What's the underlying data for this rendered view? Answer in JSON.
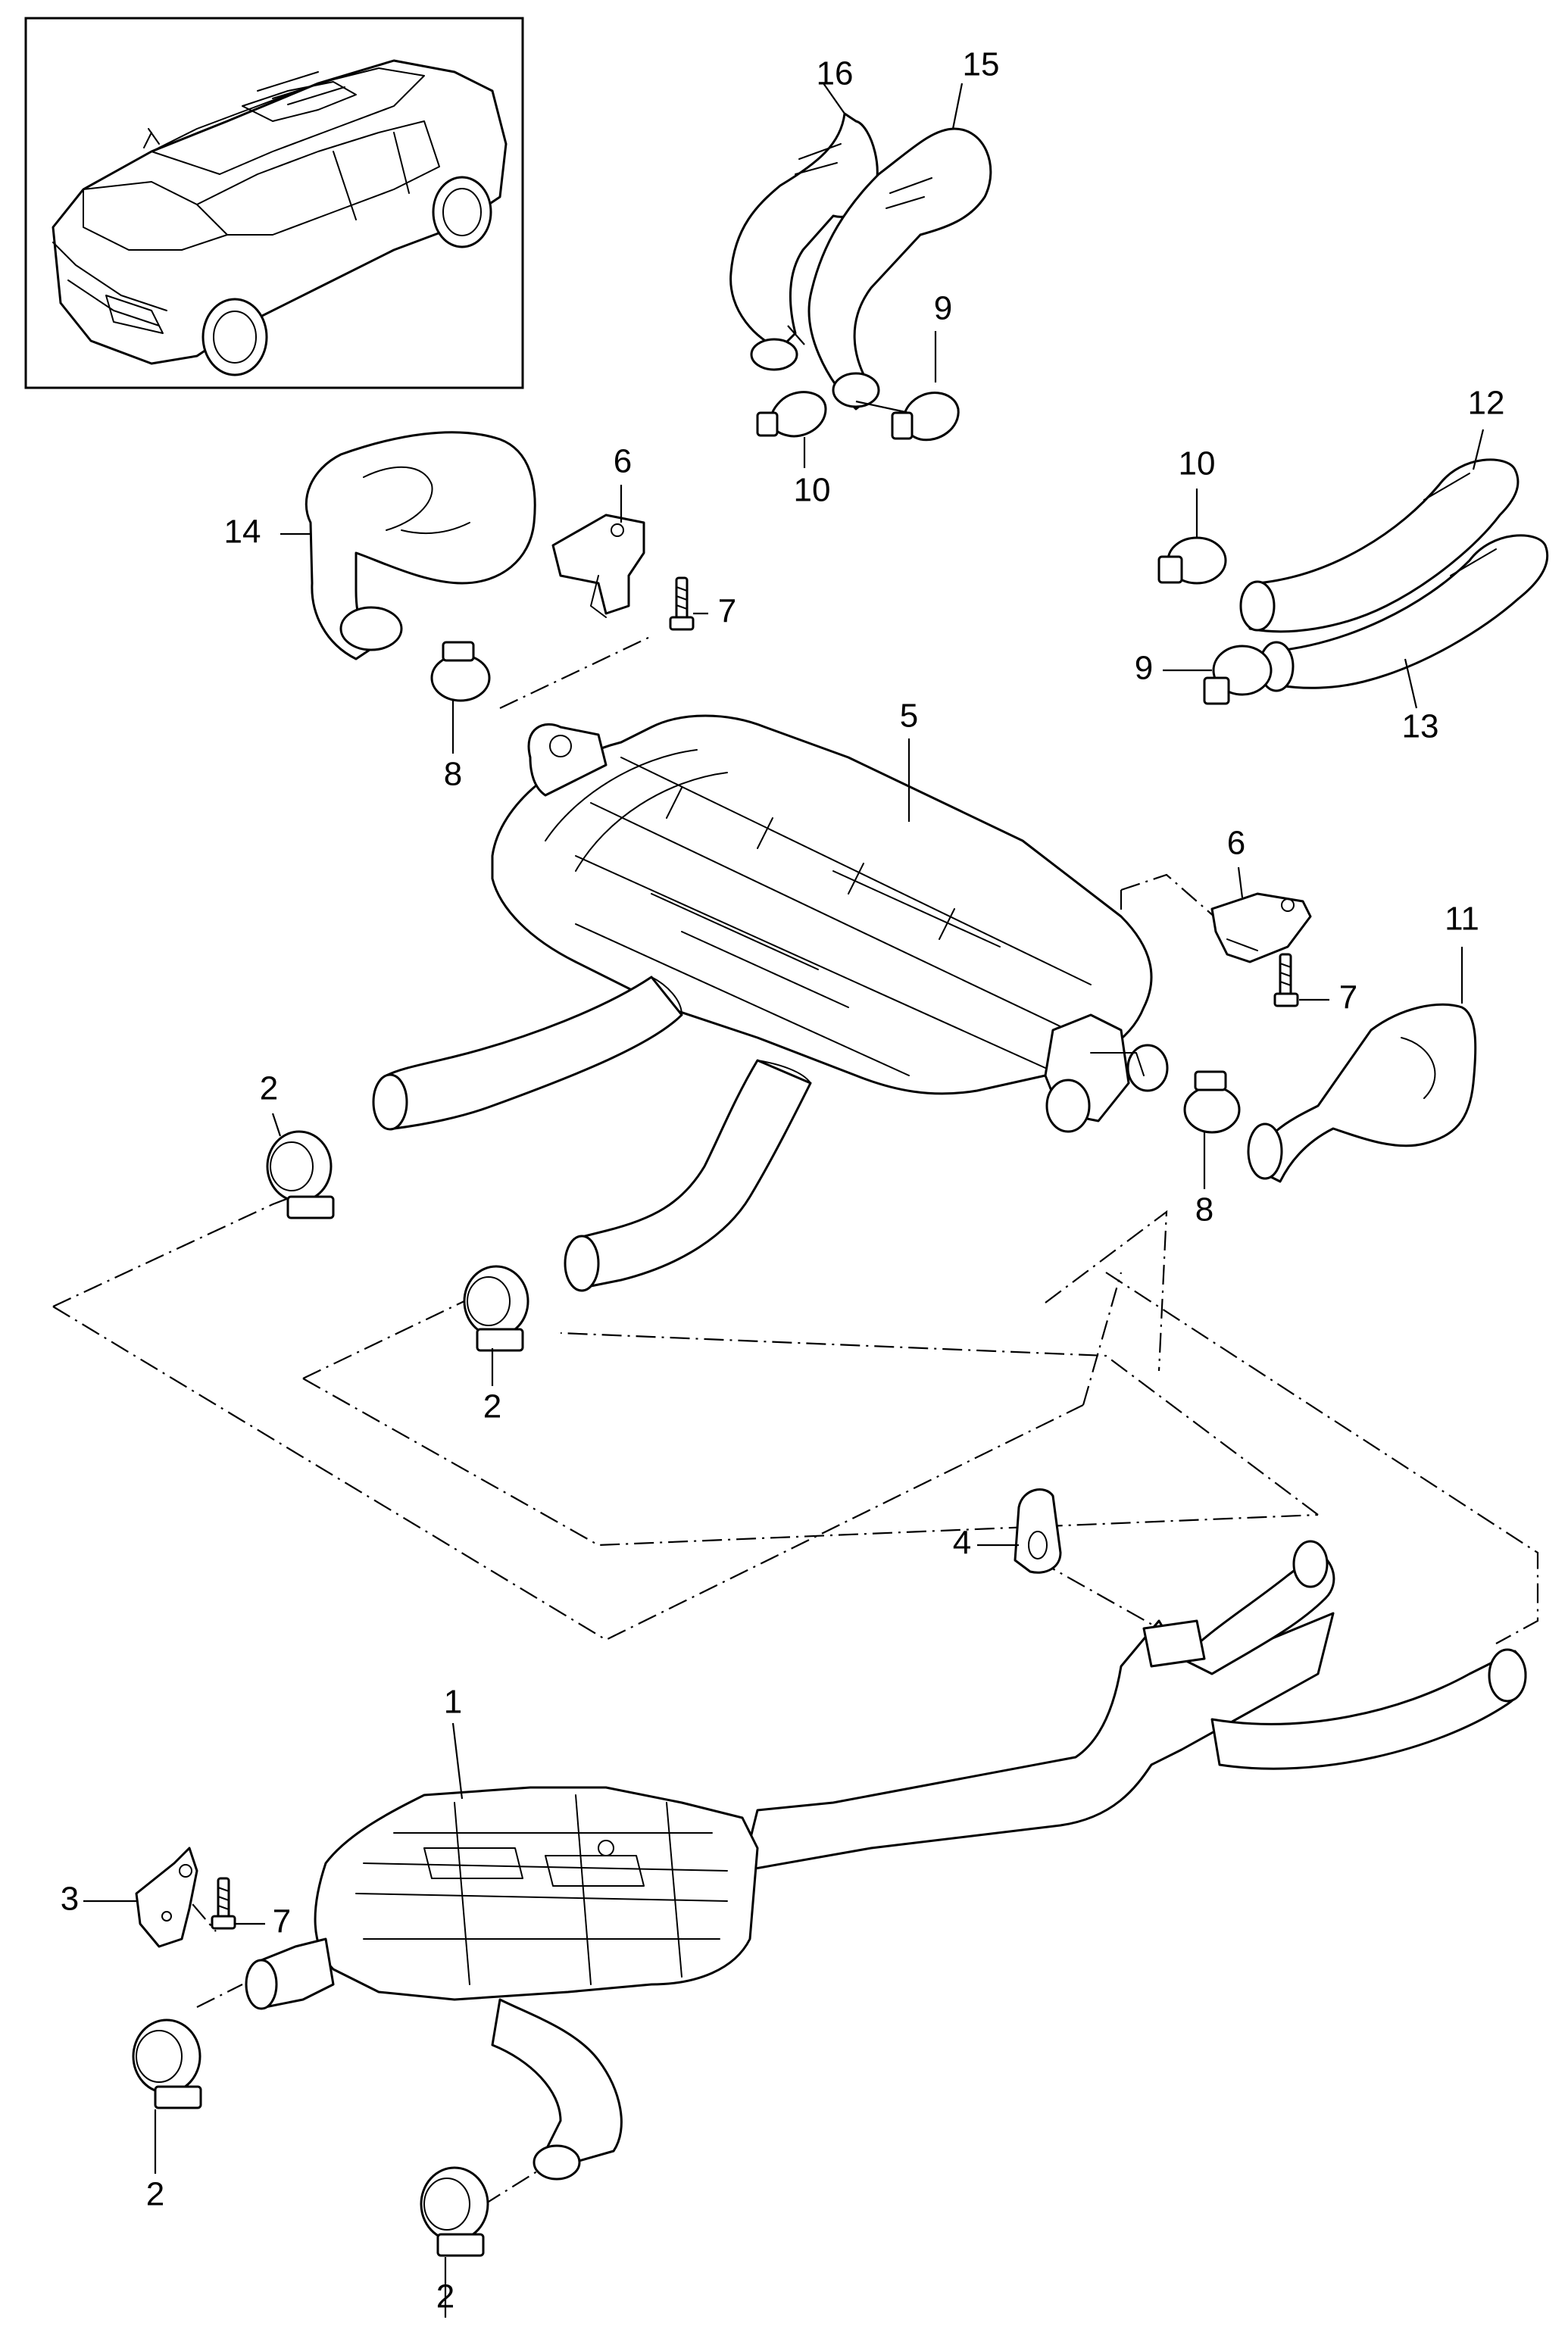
{
  "callouts": {
    "c1": "1",
    "c2a": "2",
    "c2b": "2",
    "c2c": "2",
    "c2d": "2",
    "c3": "3",
    "c4": "4",
    "c5": "5",
    "c6a": "6",
    "c6b": "6",
    "c7a": "7",
    "c7b": "7",
    "c7c": "7",
    "c8a": "8",
    "c8b": "8",
    "c9a": "9",
    "c9b": "9",
    "c10a": "10",
    "c10b": "10",
    "c11": "11",
    "c12": "12",
    "c13": "13",
    "c14": "14",
    "c15": "15",
    "c16": "16"
  },
  "colors": {
    "line": "#000000",
    "background": "#ffffff"
  }
}
